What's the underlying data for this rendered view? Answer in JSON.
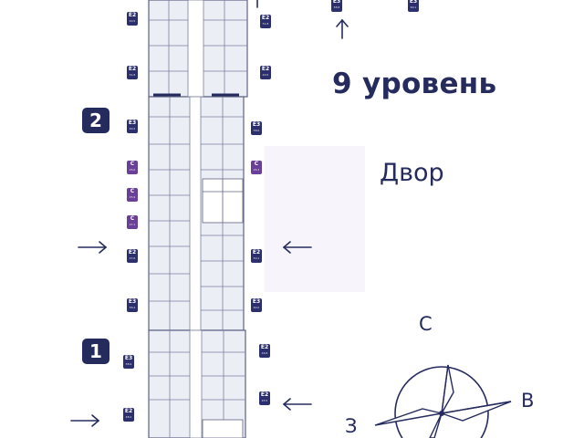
{
  "level_title": "9 уровень",
  "yard_label": "Двор",
  "sections": [
    "1",
    "2"
  ],
  "compass": {
    "north": "С",
    "east": "В",
    "west": "З"
  },
  "unit_types": [
    {
      "type": "E2",
      "area": "40.5"
    },
    {
      "type": "E2",
      "area": "51.8"
    },
    {
      "type": "E2",
      "area": "51.8"
    },
    {
      "type": "E2",
      "area": "40.5"
    },
    {
      "type": "E3",
      "area": "60.2"
    },
    {
      "type": "E3",
      "area": "58.6"
    },
    {
      "type": "С",
      "area": "26.0"
    },
    {
      "type": "С",
      "area": "26.3"
    },
    {
      "type": "С",
      "area": "25.9"
    },
    {
      "type": "С",
      "area": "27.1"
    },
    {
      "type": "E2",
      "area": "47.6"
    },
    {
      "type": "E2",
      "area": "50.1"
    },
    {
      "type": "E3",
      "area": "58.4"
    },
    {
      "type": "E3",
      "area": "60.0"
    },
    {
      "type": "E3",
      "area": "58.9"
    },
    {
      "type": "E2",
      "area": "46.8"
    },
    {
      "type": "E2",
      "area": "45.5"
    },
    {
      "type": "E2",
      "area": "48.2"
    },
    {
      "type": "E3",
      "area": "58.8"
    },
    {
      "type": "E3",
      "area": "60.1"
    }
  ],
  "colors": {
    "navy": "#262b5e",
    "unit_tag": "#2c2f6e",
    "studio_tag": "#6a3f9a",
    "plan_fill": "#eceef6",
    "plan_lines": "#7a7f9c"
  }
}
